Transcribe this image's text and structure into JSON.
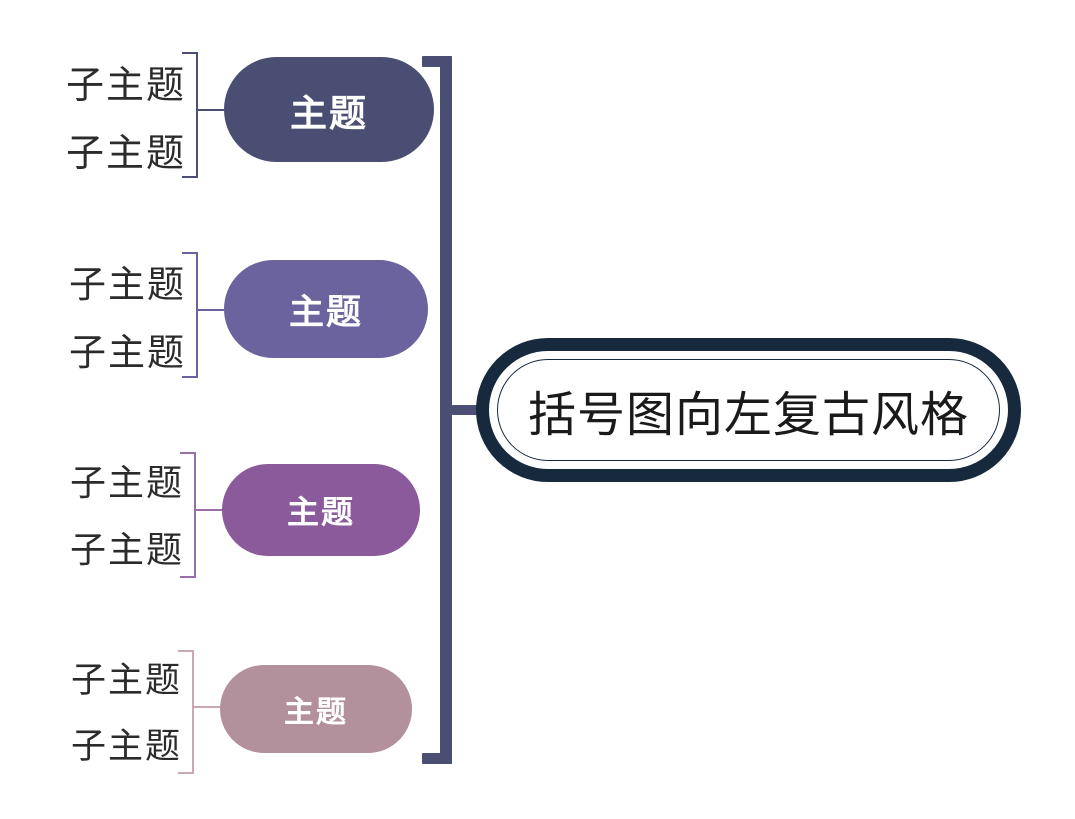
{
  "diagram": {
    "type": "bracket-mindmap",
    "direction": "left",
    "style_name": "括号图向左复古风格",
    "background": "#ffffff"
  },
  "root": {
    "label": "括号图向左复古风格",
    "border_color": "#17293d",
    "inner_border_color": "#17293d",
    "fill": "#ffffff",
    "text_color": "#1a1a1a"
  },
  "spine": {
    "color": "#4a4e72"
  },
  "branches": [
    {
      "topic_label": "主题",
      "color": "#4a4e72",
      "bracket_color": "#4a4e72",
      "text_color": "#ffffff",
      "subtopics": [
        "子主题",
        "子主题"
      ]
    },
    {
      "topic_label": "主题",
      "color": "#6b639d",
      "bracket_color": "#6b639d",
      "text_color": "#ffffff",
      "subtopics": [
        "子主题",
        "子主题"
      ]
    },
    {
      "topic_label": "主题",
      "color": "#8a5a9b",
      "bracket_color": "#9a6fa8",
      "text_color": "#ffffff",
      "subtopics": [
        "子主题",
        "子主题"
      ]
    },
    {
      "topic_label": "主题",
      "color": "#b3919c",
      "bracket_color": "#c9a8b2",
      "text_color": "#ffffff",
      "subtopics": [
        "子主题",
        "子主题"
      ]
    }
  ]
}
